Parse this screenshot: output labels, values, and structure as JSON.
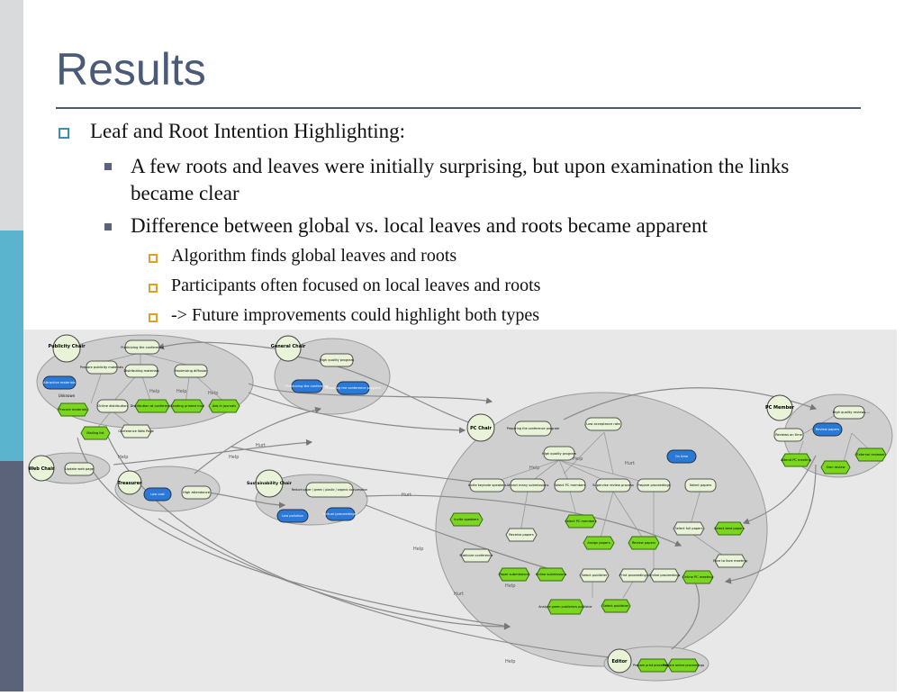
{
  "slide": {
    "title": "Results",
    "bullets": [
      {
        "text": "Leaf and Root Intention Highlighting:"
      },
      {
        "text": "A few roots and leaves were initially surprising, but upon examination the links became clear"
      },
      {
        "text": "Difference between global vs. local leaves and roots became apparent"
      },
      {
        "text": "Algorithm finds global leaves and roots"
      },
      {
        "text": "Participants often focused on local leaves and roots"
      },
      {
        "text": "->  Future improvements could highlight both types"
      }
    ]
  },
  "colors": {
    "title": "#4a5a78",
    "accent_teal": "#5bb4cd",
    "accent_slate": "#5a6379",
    "leaf_green": "#7ad61e",
    "root_blue": "#2a78d8",
    "node_plain": "#e8f3d8"
  },
  "diagram": {
    "actors": {
      "publicity": "Publicity Chair",
      "general": "General Chair",
      "web": "Web Chair",
      "treasurer": "Treasurer",
      "sustain": "Sustainability Chair",
      "pcchair": "PC Chair",
      "pcmember": "PC Member",
      "editor": "Editor"
    },
    "nodes": {
      "pub_conf": "Publicizing the conference",
      "prep_pub": "Prepare publicity materials",
      "dist_mat": "Distributing materials",
      "max_diff": "Maximizing diffusion",
      "attractive": "Attractive materials",
      "unknown": "Unknown",
      "procure": "Procure materials",
      "online_dist": "Online distribution",
      "dist_conf": "Distribution at conferences",
      "printed_mail": "Sending printed mail",
      "ads_journals": "Ads in journals",
      "mailing": "Mailing list",
      "conf_web": "Conference Web Page",
      "hq_prog_g": "High quality program",
      "publicize_conf": "Publicizing the conference",
      "prep_conf_prog": "Preparing the conference program",
      "update_web": "Update web page",
      "low_cost": "Low cost",
      "high_att": "High attendance",
      "reduce_paper": "Reduce paper / green / plastic / organic consumption",
      "low_pollution": "Low pollution",
      "virtual_proc": "Virtual (proceedings)",
      "prep_conf_p2": "Preparing the conference program",
      "low_accept": "Low acceptance rate",
      "hq_prog": "High quality program",
      "on_time": "On time",
      "invite_keynote": "Invite keynote speakers",
      "attract_subs": "Attract many submissions",
      "select_pc": "Select PC members",
      "supervise": "Supervise review process",
      "prepare_proc": "Prepare proceedings",
      "select_papers": "Select papers",
      "invite_speaker": "Invite speakers",
      "select_pc_f": "Select PC members",
      "receive_papers": "Receive papers",
      "assign_papers": "Assign papers",
      "review_papers": "Review papers",
      "select_full": "Select full papers",
      "select_best": "Select best papers",
      "publicize_conf2": "Publicize conference",
      "f2f_meeting": "Face to face meeting",
      "paper_subs": "Paper submissions",
      "online_subs": "Online submissions",
      "select_publisher": "Select publisher",
      "print_proc": "Print proceedings",
      "online_proc": "Online proceedings",
      "online_pc_meet": "Online PC meeting",
      "analyze_green": "Analyze green publishers publisher",
      "select_publisher2": "Select publisher",
      "hq_reviews": "High quality reviews",
      "reviews_on_time": "Reviews on time",
      "review_papers_m": "Review papers",
      "attend_pc": "Attend PC meeting",
      "external_rev": "External reviewer",
      "own_review": "Own review",
      "prep_print_proc": "Prepare print proceedings",
      "prep_online_proc": "Prepare online proceedings"
    },
    "link_labels": {
      "help": "Help",
      "hurt": "Hurt"
    }
  }
}
